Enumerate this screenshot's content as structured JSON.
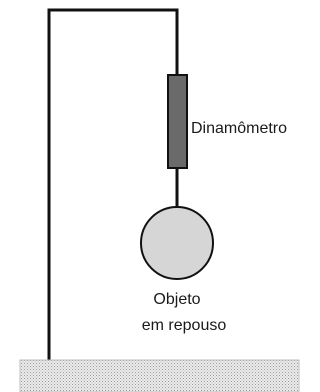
{
  "diagram": {
    "dynamometer_label": "Dinamômetro",
    "object_label_line1": "Objeto",
    "object_label_line2": "em repouso"
  },
  "colors": {
    "line": "#111111",
    "dynamometer_fill": "#6a6a6a",
    "object_fill": "#d6d6d6",
    "base_fill": "#e8e8e8",
    "base_dots": "#9a9a9a"
  }
}
